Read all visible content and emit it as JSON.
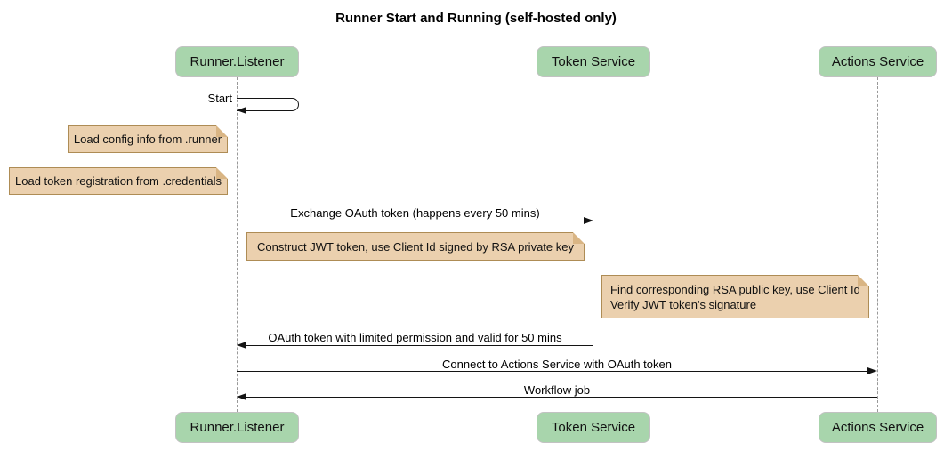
{
  "title": "Runner Start and Running (self-hosted only)",
  "participants": [
    {
      "name": "Runner.Listener"
    },
    {
      "name": "Token Service"
    },
    {
      "name": "Actions Service"
    }
  ],
  "messages": [
    {
      "label": "Start",
      "from": "Runner.Listener",
      "to": "Runner.Listener",
      "kind": "self"
    },
    {
      "label": "Exchange OAuth token (happens every 50 mins)",
      "from": "Runner.Listener",
      "to": "Token Service",
      "kind": "solid-arrow"
    },
    {
      "label": "OAuth token with limited permission and valid for 50 mins",
      "from": "Token Service",
      "to": "Runner.Listener",
      "kind": "solid-arrow"
    },
    {
      "label": "Connect to Actions Service with OAuth token",
      "from": "Runner.Listener",
      "to": "Actions Service",
      "kind": "solid-arrow"
    },
    {
      "label": "Workflow job",
      "from": "Actions Service",
      "to": "Runner.Listener",
      "kind": "solid-arrow"
    }
  ],
  "notes": [
    {
      "text": "Load config info from .runner",
      "position": "left of Runner.Listener"
    },
    {
      "text": "Load token registration from .credentials",
      "position": "left of Runner.Listener"
    },
    {
      "text": "Construct JWT token, use Client Id signed by RSA private key",
      "position": "over Runner.Listener and Token Service"
    },
    {
      "line1": "Find corresponding RSA public key, use Client Id",
      "line2": "Verify JWT token's signature",
      "position": "left of Actions Service"
    }
  ],
  "colors": {
    "participant_fill": "#A8D5AC",
    "participant_border": "#C2C2C2",
    "note_fill": "#EBD0AE",
    "note_border": "#AE8C55",
    "note_fold": "#D9B584",
    "lifeline": "#999999",
    "arrow": "#141414"
  }
}
